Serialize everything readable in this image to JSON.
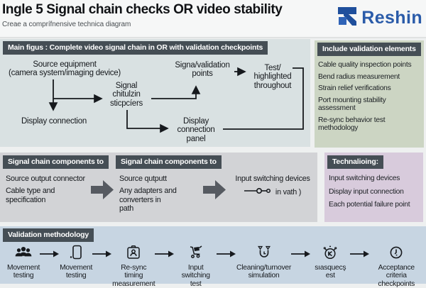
{
  "colors": {
    "brand_blue": "#2a5ba9",
    "panel_header_bg": "#454e55",
    "main_panel_bg": "#d9e1e2",
    "include_panel_bg": "#ccd5c3",
    "components_panel_bg": "#d2d3d6",
    "tech_panel_bg": "#d8cbdc",
    "validation_panel_bg": "#c7d5e2",
    "line_color": "#16191d"
  },
  "header": {
    "title": "Ingle 5 Signal chain checks OR video stability",
    "subtitle": "Creae a comprífnensive technica diagram",
    "brand": "Reshin"
  },
  "main": {
    "heading": "Main figus : Complete video signal chain in OR with validation checkpoints",
    "nodes": {
      "source": "Source equipment\n(camera system/imaging device)",
      "signal_points": "Signa/validation\npoints",
      "test": "Test/\nhighlighted\nthroughout",
      "signal_chain": "Signal\nchitulzin\nsticpcíers",
      "display_connection": "Display connection",
      "display_panel": "Display\nconnection\npanel"
    }
  },
  "include_panel": {
    "heading": "Include validation elements",
    "items": [
      "Cable quality inspection points",
      "Bend radius measurement",
      "Strain relief verifications",
      "Port mounting stability\nassessment",
      "Re-sync behavior test\nmethodology"
    ]
  },
  "components_panel": {
    "heading1": "Signal chain components to",
    "heading2": "Signal chain components to",
    "col1": [
      "Source output connector",
      "Cable type and\nspecification"
    ],
    "col2": [
      "Source qutputt",
      "Any adapters and\nconverters in\npath"
    ],
    "col3_title": "Input switching devices",
    "col3_note": "in vath )"
  },
  "tech_panel": {
    "heading": "Technalioing:",
    "items": [
      "Input switching devices",
      "Display input connection",
      "Each potential failure point"
    ]
  },
  "validation": {
    "heading": "Validation methodology",
    "items": [
      {
        "icon": "people-icon",
        "label": "Movement\ntesting"
      },
      {
        "icon": "device-icon",
        "label": "Movement\ntesting"
      },
      {
        "icon": "badge-icon",
        "label": "Re-sync timing\nmeasurement"
      },
      {
        "icon": "cart-icon",
        "label": "Input switching\ntest"
      },
      {
        "icon": "turnover-icon",
        "label": "Cleaning/turnover\nsimulation"
      },
      {
        "icon": "stopwatch-icon",
        "label": "sıasquecş est"
      },
      {
        "icon": "clock-icon",
        "label": "Acceptance criteria\ncheckpoints"
      }
    ]
  }
}
